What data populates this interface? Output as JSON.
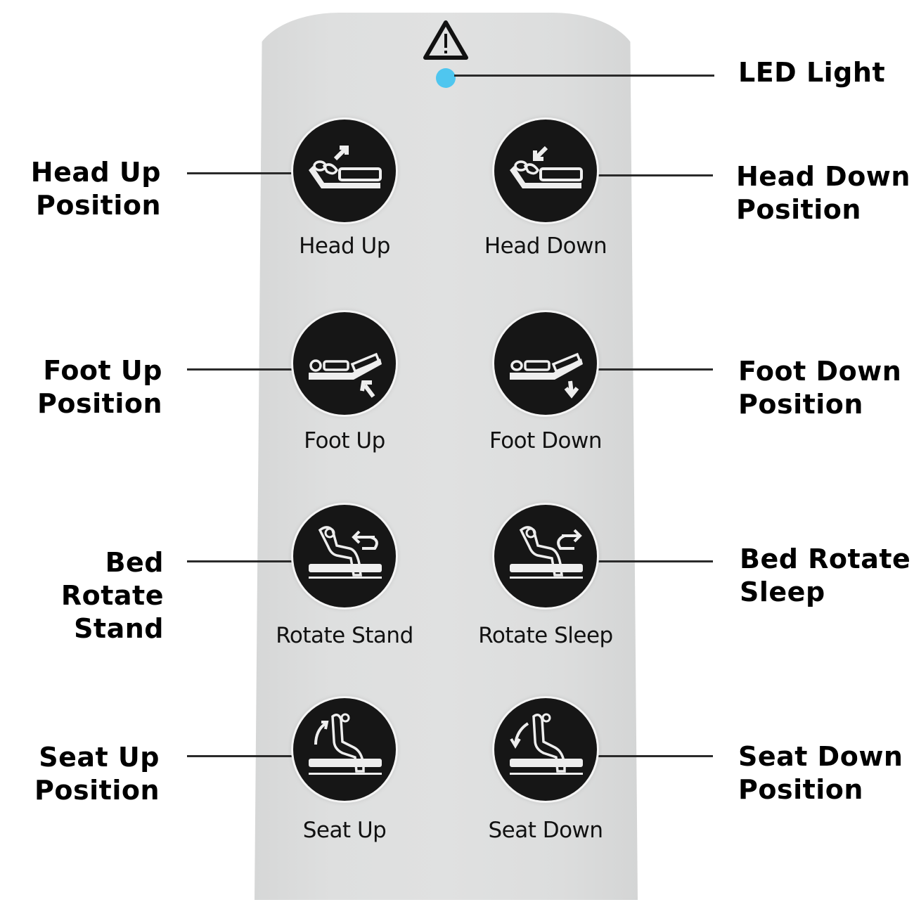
{
  "remote": {
    "warning_icon": "warning-triangle-icon",
    "led_color": "#4fc6ef",
    "button_color": "#161616",
    "body_color": "#dfe0e0"
  },
  "callouts": {
    "led": "LED Light",
    "head_up": [
      "Head Up",
      "Position"
    ],
    "head_down": [
      "Head Down",
      "Position"
    ],
    "foot_up": [
      "Foot Up",
      "Position"
    ],
    "foot_down": [
      "Foot Down",
      "Position"
    ],
    "rotate_stand": [
      "Bed Rotate",
      "Stand"
    ],
    "rotate_sleep": [
      "Bed Rotate",
      "Sleep"
    ],
    "seat_up": [
      "Seat Up",
      "Position"
    ],
    "seat_down": [
      "Seat Down",
      "Position"
    ]
  },
  "buttons": {
    "head_up": {
      "label": "Head Up",
      "icon": "bed-head-up-icon"
    },
    "head_down": {
      "label": "Head Down",
      "icon": "bed-head-down-icon"
    },
    "foot_up": {
      "label": "Foot Up",
      "icon": "bed-foot-up-icon"
    },
    "foot_down": {
      "label": "Foot Down",
      "icon": "bed-foot-down-icon"
    },
    "rotate_stand": {
      "label": "Rotate Stand",
      "icon": "rotate-stand-icon"
    },
    "rotate_sleep": {
      "label": "Rotate Sleep",
      "icon": "rotate-sleep-icon"
    },
    "seat_up": {
      "label": "Seat Up",
      "icon": "seat-up-icon"
    },
    "seat_down": {
      "label": "Seat Down",
      "icon": "seat-down-icon"
    }
  }
}
